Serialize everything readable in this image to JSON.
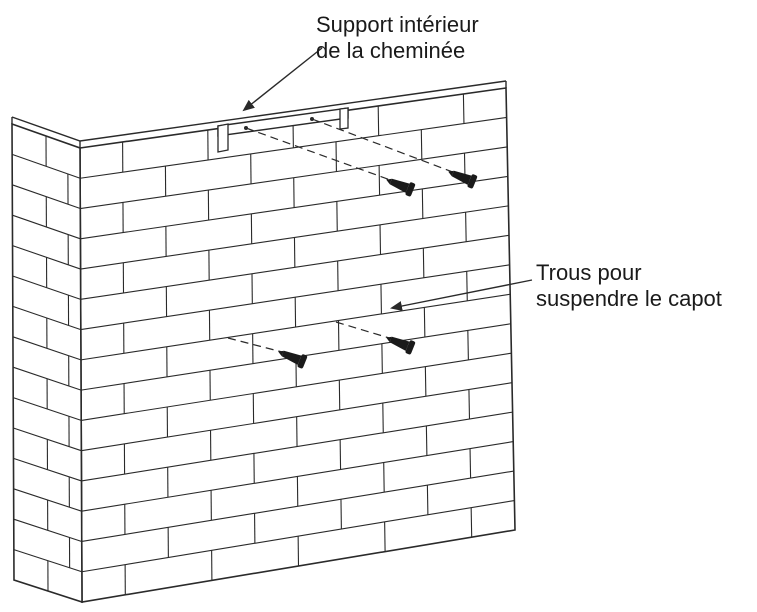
{
  "labels": {
    "support_line1": "Support intérieur",
    "support_line2": "de la cheminée",
    "holes_line1": "Trous pour",
    "holes_line2": "suspendre le capot"
  },
  "colors": {
    "line": "#2a2a2a",
    "background": "#ffffff"
  },
  "icons": {
    "screw": "screw-icon",
    "bracket": "bracket-icon"
  }
}
